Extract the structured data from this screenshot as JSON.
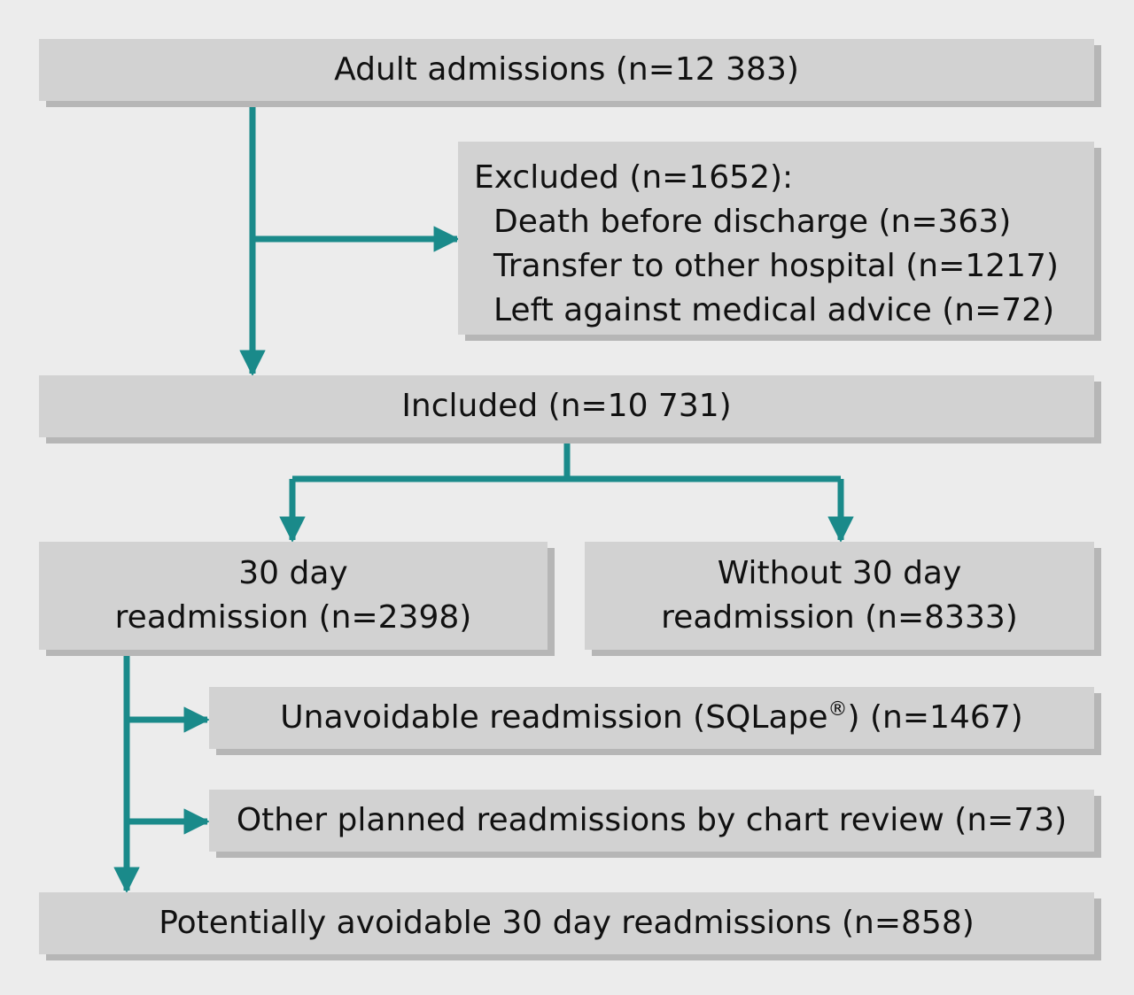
{
  "diagram": {
    "admissions": "Adult admissions (n=12 383)",
    "excluded": {
      "title": "Excluded (n=1652):",
      "items": [
        "Death before discharge (n=363)",
        "Transfer to other hospital (n=1217)",
        "Left against medical advice (n=72)"
      ]
    },
    "included": "Included (n=10 731)",
    "readmission": {
      "line1": "30 day",
      "line2": "readmission (n=2398)"
    },
    "without_readmission": {
      "line1": "Without 30 day",
      "line2": "readmission (n=8333)"
    },
    "unavoidable": {
      "pre": "Unavoidable readmission (SQLape",
      "mark": "®",
      "post": ") (n=1467)"
    },
    "other_planned": "Other planned readmissions by chart review (n=73)",
    "potentially_avoidable": "Potentially avoidable 30 day readmissions (n=858)"
  },
  "colors": {
    "arrow": "#1a8a8a",
    "box": "#d2d2d2",
    "shadow": "#b6b6b6",
    "background": "#ececec"
  }
}
